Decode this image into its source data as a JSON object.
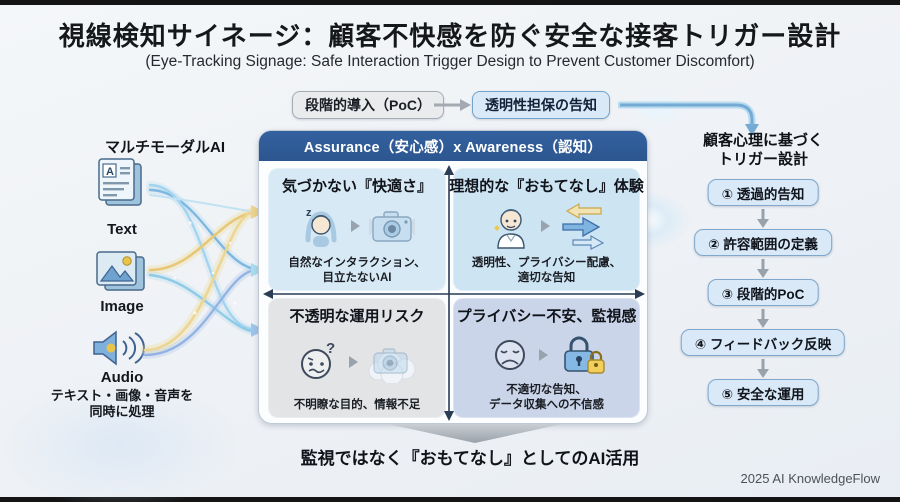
{
  "header": {
    "title": "視線検知サイネージ：顧客不快感を防ぐ安全な接客トリガー設計",
    "subtitle": "(Eye-Tracking Signage: Safe Interaction Trigger Design to Prevent Customer Discomfort)"
  },
  "top_flow": {
    "poc_label": "段階的導入（PoC）",
    "notice_label": "透明性担保の告知"
  },
  "left_panel": {
    "heading": "マルチモーダルAI",
    "items": [
      {
        "label": "Text"
      },
      {
        "label": "Image"
      },
      {
        "label": "Audio"
      }
    ],
    "caption_line1": "テキスト・画像・音声を",
    "caption_line2": "同時に処理"
  },
  "matrix": {
    "header": "Assurance（安心感）x Awareness（認知）",
    "quadrants": {
      "top_left": {
        "title": "気づかない『快適さ』",
        "caption_line1": "自然なインタラクション、",
        "caption_line2": "目立たないAI",
        "sleep_glyph": "z"
      },
      "top_right": {
        "title": "理想的な『おもてなし』体験",
        "caption_line1": "透明性、プライバシー配慮、",
        "caption_line2": "適切な告知"
      },
      "bottom_left": {
        "title": "不透明な運用リスク",
        "caption_line1": "不明瞭な目的、情報不足",
        "question_glyph": "?"
      },
      "bottom_right": {
        "title": "プライバシー不安、監視感",
        "caption_line1": "不適切な告知、",
        "caption_line2": "データ収集への不信感"
      }
    }
  },
  "right_panel": {
    "heading_line1": "顧客心理に基づく",
    "heading_line2": "トリガー設計",
    "steps": [
      {
        "label": "① 透過的告知"
      },
      {
        "label": "② 許容範囲の定義"
      },
      {
        "label": "③ 段階的PoC"
      },
      {
        "label": "④ フィードバック反映"
      },
      {
        "label": "⑤ 安全な運用"
      }
    ]
  },
  "bottom": {
    "caption": "監視ではなく『おもてなし』としてのAI活用"
  },
  "footer": {
    "credit": "2025 AI KnowledgeFlow"
  },
  "colors": {
    "matrix_header_bg": "#2e5b9d",
    "quad_blue": "#d7e9f4",
    "quad_blue2": "#cde4f3",
    "quad_gray": "#e2e4e6",
    "quad_lavender": "#cbd5e9",
    "step_bg": "#d9e9f7",
    "step_border": "#7fa8cc",
    "accent_yellow": "#e9c44a"
  }
}
